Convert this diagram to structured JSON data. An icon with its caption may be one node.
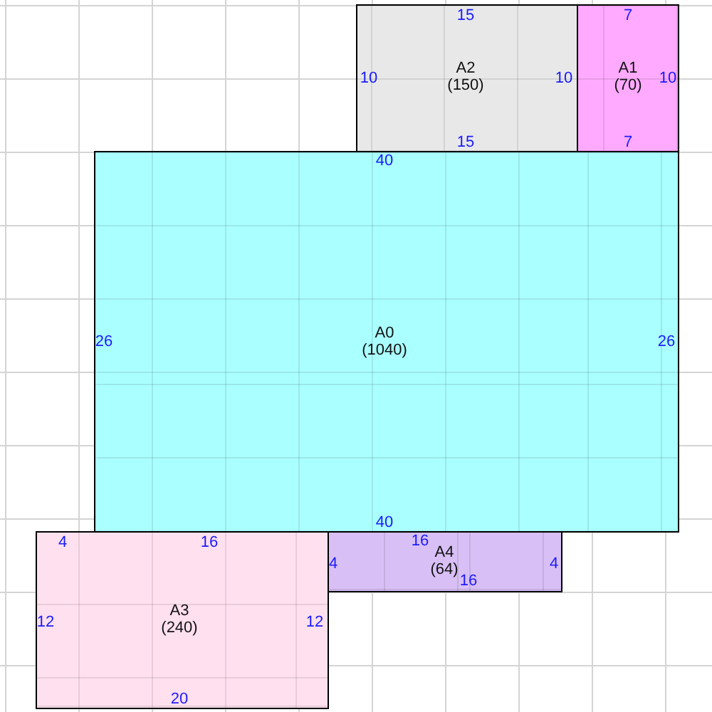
{
  "diagram": {
    "nodes": [
      {
        "text": [
          "15",
          "10",
          "A2",
          "(150)",
          "10",
          "15"
        ]
      },
      {
        "text": [
          "7",
          "A1",
          "(70)",
          "10",
          "7"
        ]
      },
      {
        "text": [
          "40",
          "A0",
          "(1040)",
          "26",
          "26",
          "40"
        ]
      },
      {
        "text": [
          "4",
          "16",
          "A3",
          "(240)",
          "12",
          "12",
          "20"
        ]
      },
      {
        "text": [
          "16",
          "4",
          "A4",
          "(64)",
          "4",
          "16"
        ]
      }
    ]
  }
}
